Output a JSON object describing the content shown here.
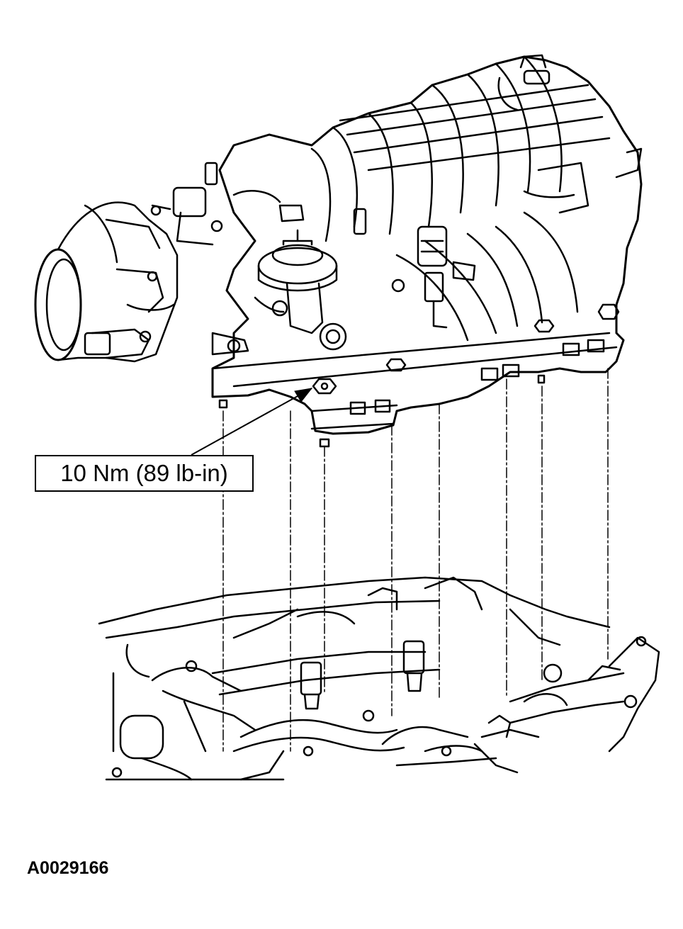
{
  "callout": {
    "torque": "10 Nm (89 lb-in)"
  },
  "figure": {
    "id": "A0029166"
  },
  "colors": {
    "line": "#000000",
    "background": "#ffffff"
  },
  "icons": [
    "intake-manifold-drawing",
    "throttle-body-drawing",
    "egr-valve-drawing",
    "engine-block-drawing",
    "bolt-drawing",
    "alignment-line",
    "leader-arrow"
  ]
}
